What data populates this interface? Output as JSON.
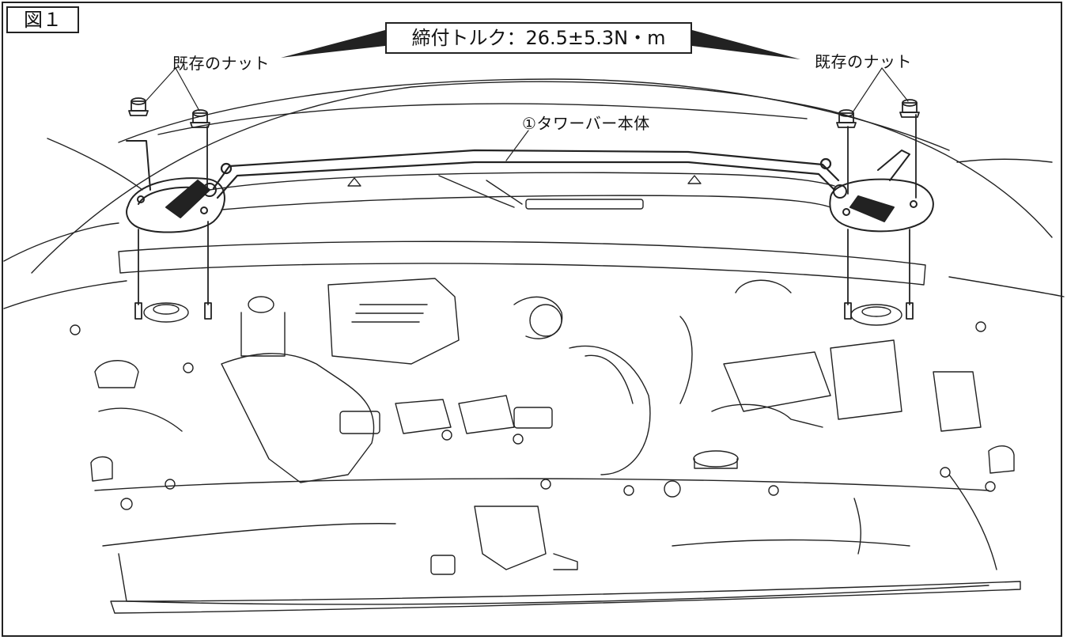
{
  "figure_label": "図１",
  "torque_label": "締付トルク：26.5±5.3N・m",
  "callouts": {
    "nut_left": "既存のナット",
    "nut_right": "既存のナット",
    "tower_bar": "①タワーバー本体"
  },
  "colors": {
    "line": "#222222",
    "background": "#ffffff"
  }
}
